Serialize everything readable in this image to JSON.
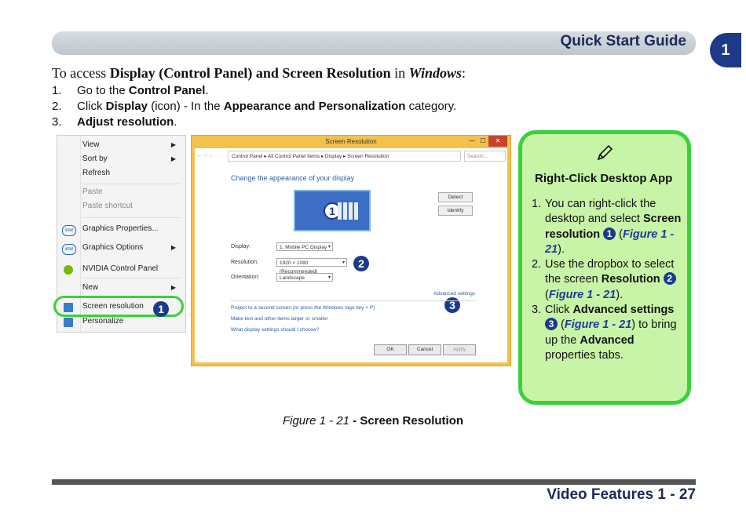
{
  "header": {
    "title": "Quick Start Guide",
    "chapter": "1"
  },
  "intro": {
    "prefix": "To access ",
    "bold1": "Display (Control Panel)",
    "mid": " and ",
    "bold2": "Screen Resolution",
    "in": " in ",
    "italic": "Windows",
    "suffix": ":"
  },
  "steps": [
    {
      "num": "1.",
      "pre": "Go to the ",
      "b1": "Control Panel",
      "mid": ".",
      "b2": "",
      "post": ""
    },
    {
      "num": "2.",
      "pre": "Click ",
      "b1": "Display",
      "mid": " (icon) - In the ",
      "b2": "Appearance and Personalization",
      "post": " category."
    },
    {
      "num": "3.",
      "pre": "",
      "b1": "Adjust resolution",
      "mid": ".",
      "b2": "",
      "post": ""
    }
  ],
  "context_menu": {
    "items": [
      "View",
      "Sort by",
      "Refresh",
      "Paste",
      "Paste shortcut",
      "Graphics Properties...",
      "Graphics Options",
      "NVIDIA Control Panel",
      "New",
      "Screen resolution",
      "Personalize"
    ],
    "icons": [
      "intel-icon",
      "intel-icon",
      "nvidia-icon",
      "monitor-icon"
    ],
    "badge": "1"
  },
  "window": {
    "title": "Screen Resolution",
    "ctrl_min": "—",
    "ctrl_max": "☐",
    "ctrl_close": "✕",
    "nav": "← → ↑",
    "address": "Control Panel  ▸  All Control Panel Items  ▸  Display  ▸  Screen Resolution",
    "search_placeholder": "Search...",
    "heading": "Change the appearance of your display",
    "monitor_label": "1",
    "detect": "Detect",
    "identify": "Identify",
    "display_label": "Display:",
    "display_value": "1. Mobile PC Display",
    "resolution_label": "Resolution:",
    "resolution_value": "1920 × 1080 (Recommended)",
    "orientation_label": "Orientation:",
    "orientation_value": "Landscape",
    "advanced": "Advanced settings",
    "link1": "Project to a second screen (or press the Windows logo key  + P)",
    "link2": "Make text and other items larger or smaller",
    "link3": "What display settings should I choose?",
    "ok": "OK",
    "cancel": "Cancel",
    "apply": "Apply",
    "badge2": "2",
    "badge3": "3"
  },
  "caption": {
    "fig": "Figure 1 - 21",
    "rest": " - Screen Resolution"
  },
  "note": {
    "icon": "pencil-icon",
    "title": "Right-Click Desktop App",
    "items": [
      {
        "num": "1.",
        "a": "You can right-click the desktop and select ",
        "b": "Screen resolution",
        "badge": "1",
        "c": " (",
        "fig": "Figure 1 - 21",
        "d": ")."
      },
      {
        "num": "2.",
        "a": "Use the dropbox to select the screen ",
        "b": "Resolution",
        "badge": "2",
        "c": " (",
        "fig": "Figure 1 - 21",
        "d": ")."
      },
      {
        "num": "3.",
        "a": "Click ",
        "b": "Advanced settings",
        "badge": "3",
        "c": " (",
        "fig": "Figure 1 - 21",
        "d": ") to bring up the ",
        "b2": "Advanced",
        "e": " properties tabs."
      }
    ]
  },
  "footer": {
    "text": "Video Features 1 - 27"
  },
  "colors": {
    "accent_green": "#3ad13a",
    "note_bg": "#c8f4a8",
    "badge_blue": "#1d3a8a"
  }
}
